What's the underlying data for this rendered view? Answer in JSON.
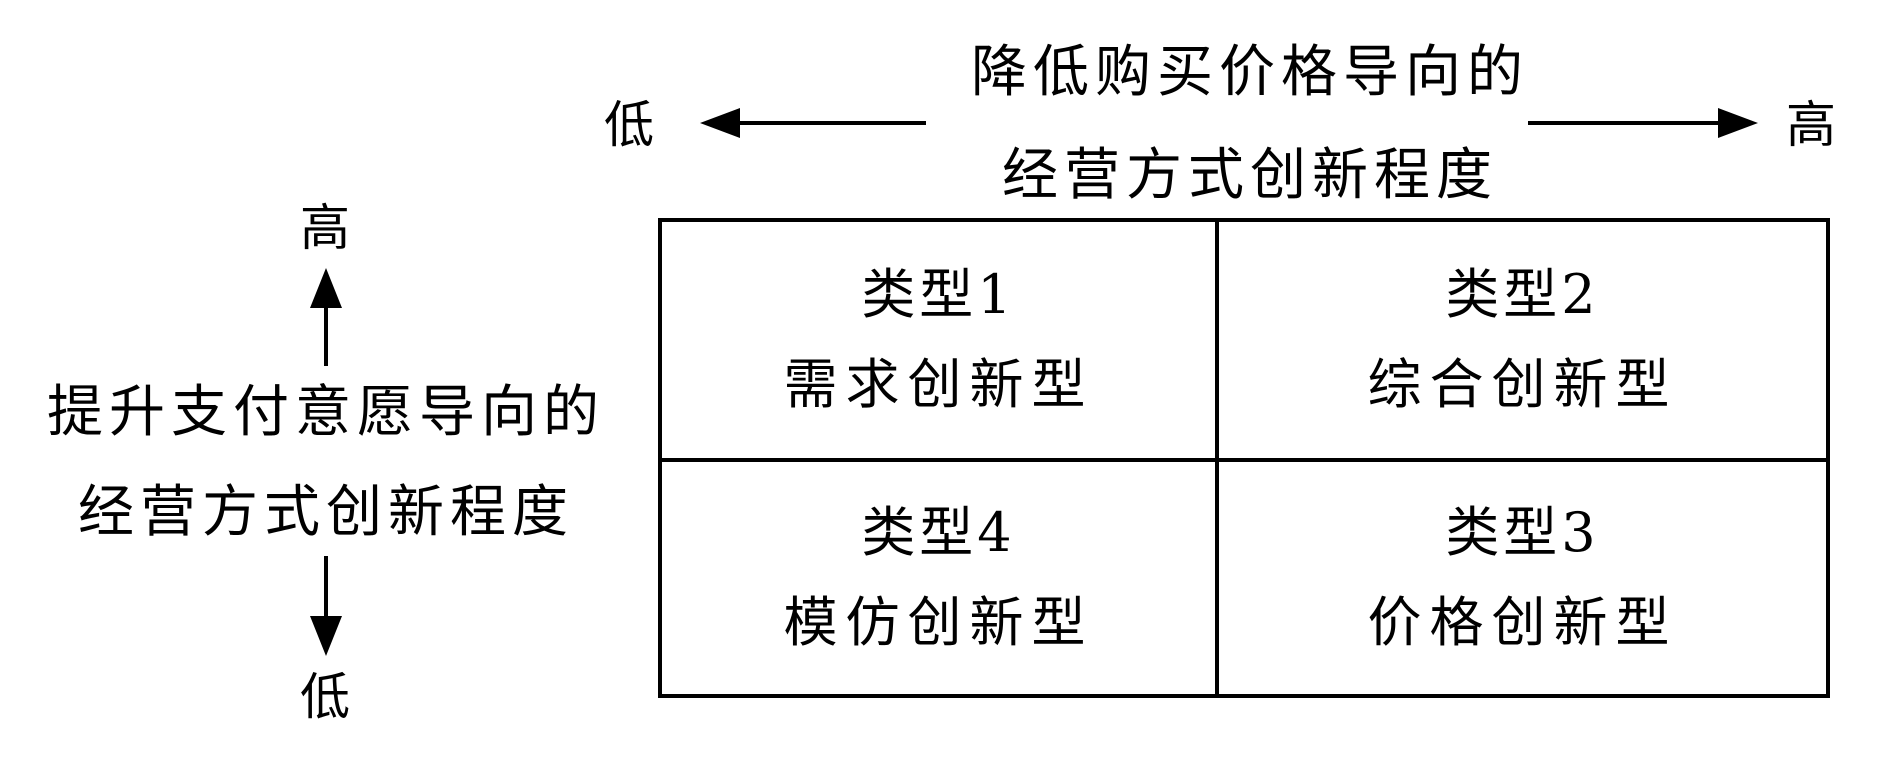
{
  "horizontal_axis": {
    "title_line1": "降低购买价格导向的",
    "title_line2": "经营方式创新程度",
    "low_label": "低",
    "high_label": "高"
  },
  "vertical_axis": {
    "title_line1": "提升支付意愿导向的",
    "title_line2": "经营方式创新程度",
    "high_label": "高",
    "low_label": "低"
  },
  "quadrants": {
    "top_left": {
      "type": "类型1",
      "name": "需求创新型"
    },
    "top_right": {
      "type": "类型2",
      "name": "综合创新型"
    },
    "bottom_left": {
      "type": "类型4",
      "name": "模仿创新型"
    },
    "bottom_right": {
      "type": "类型3",
      "name": "价格创新型"
    }
  },
  "colors": {
    "line": "#000000",
    "background": "#ffffff",
    "text": "#000000"
  }
}
